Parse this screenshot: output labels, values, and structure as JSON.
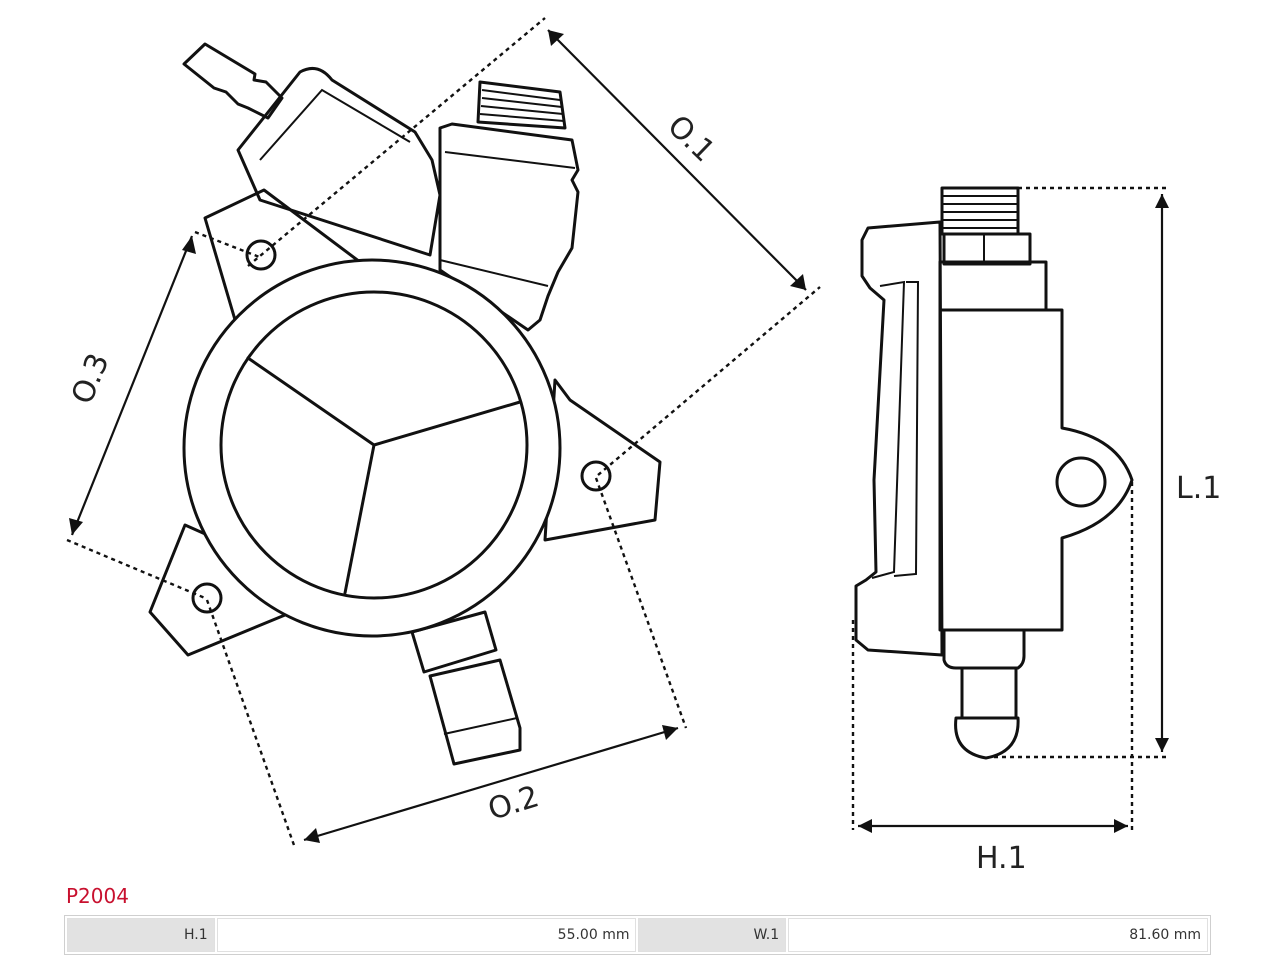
{
  "product": {
    "code": "P2004"
  },
  "dimension_labels": {
    "o1": "O.1",
    "o2": "O.2",
    "o3": "O.3",
    "l1": "L.1",
    "h1": "H.1"
  },
  "specs": [
    {
      "label": "H.1",
      "value": "55.00 mm"
    },
    {
      "label": "W.1",
      "value": "81.60 mm"
    }
  ]
}
